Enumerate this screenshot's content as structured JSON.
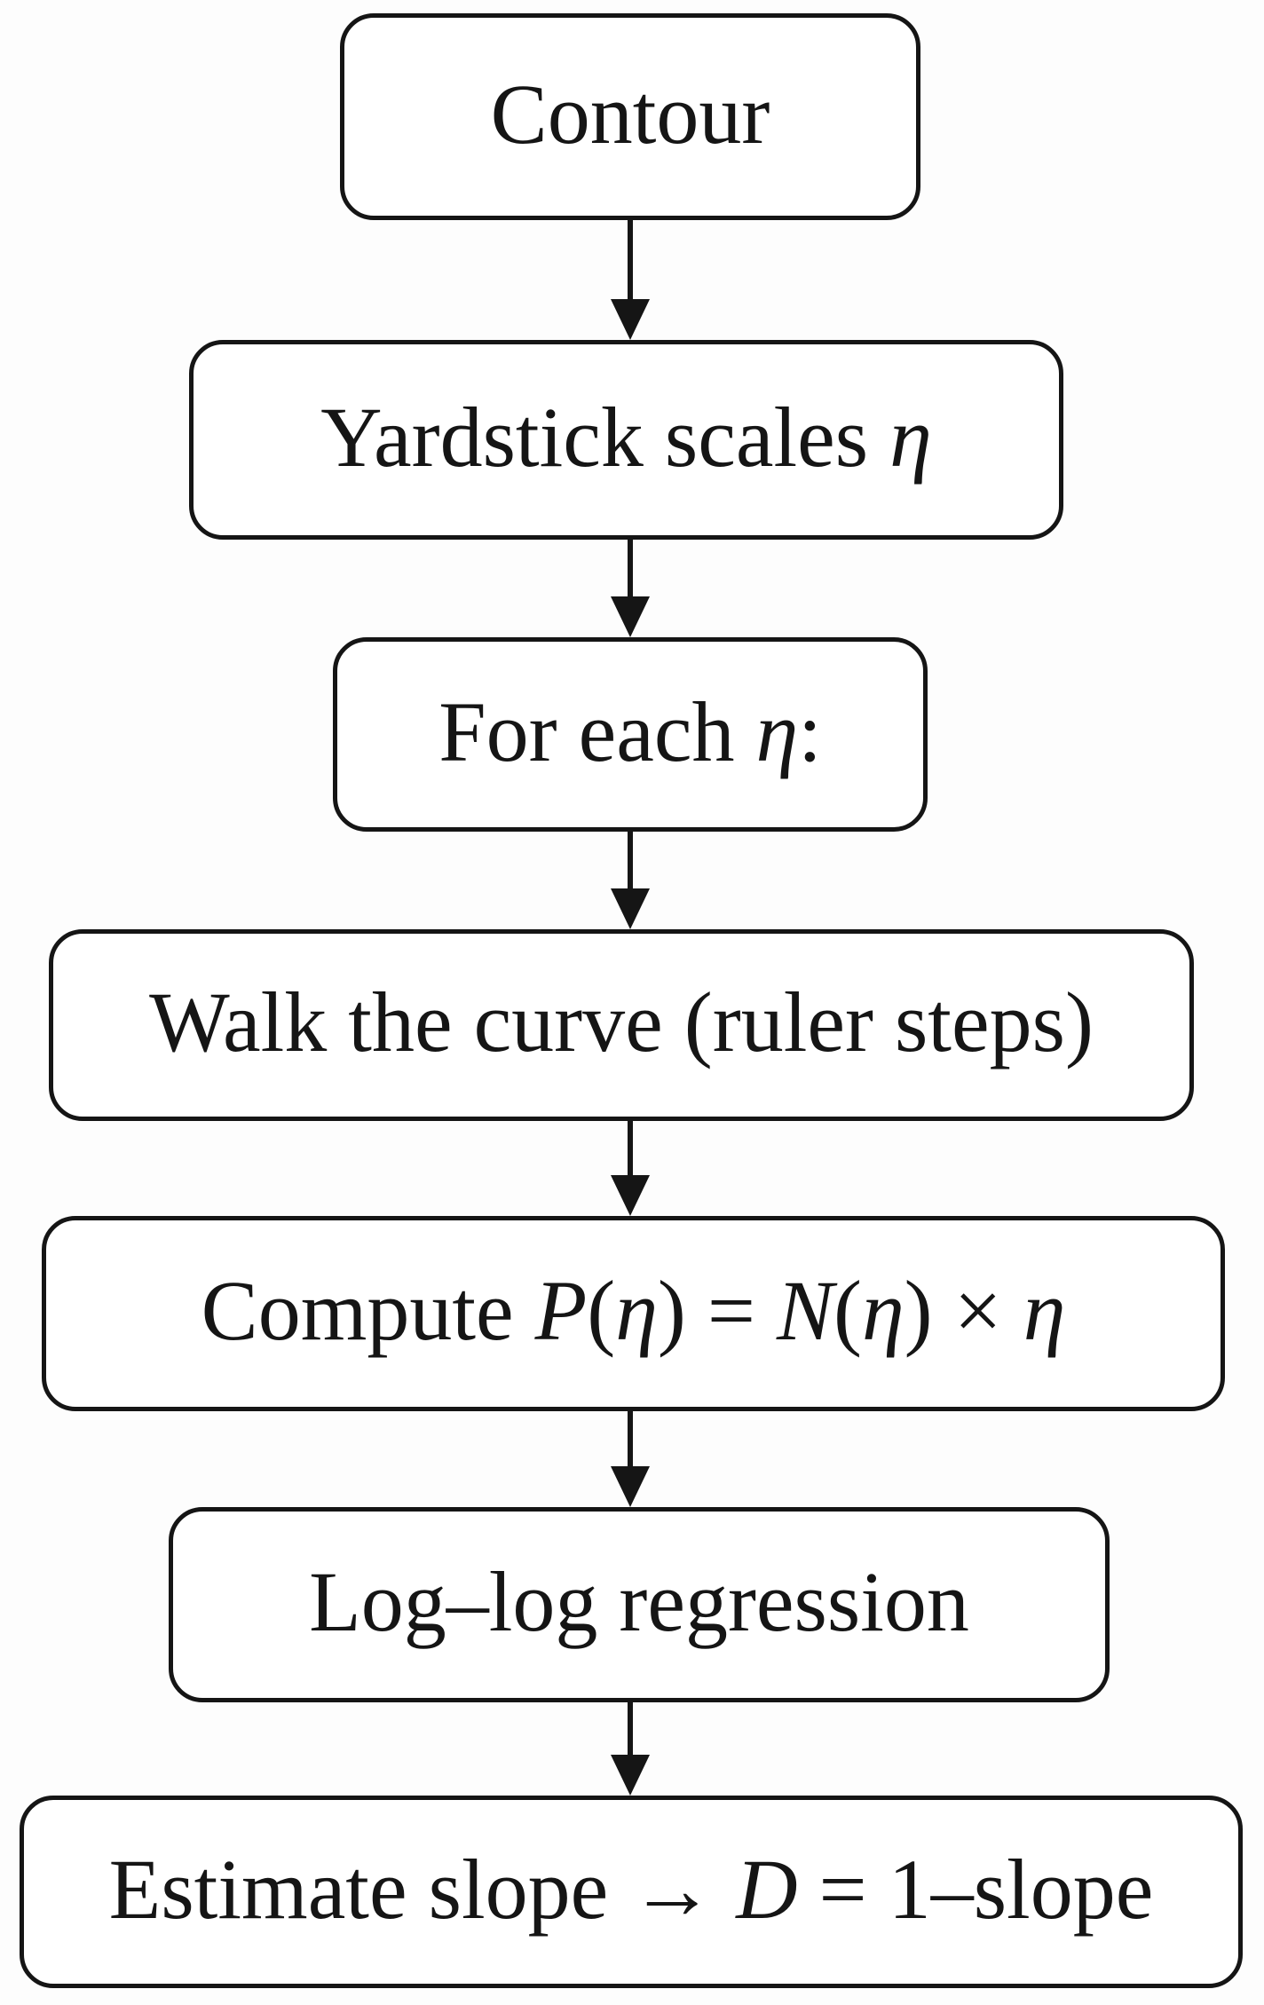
{
  "flowchart": {
    "type": "flowchart",
    "direction": "top-down",
    "colors": {
      "background": "#fdfdfd",
      "box_fill": "#ffffff",
      "box_border": "#151515",
      "text": "#151515",
      "arrow": "#151515"
    },
    "nodes": [
      {
        "id": "contour",
        "label": "Contour",
        "segments": [
          {
            "t": "Contour"
          }
        ]
      },
      {
        "id": "yardstick-scales",
        "label": "Yardstick scales η",
        "segments": [
          {
            "t": "Yardstick scales "
          },
          {
            "t": "η",
            "i": true
          }
        ]
      },
      {
        "id": "for-each-eta",
        "label": "For each η:",
        "segments": [
          {
            "t": "For each "
          },
          {
            "t": "η",
            "i": true
          },
          {
            "t": ":"
          }
        ]
      },
      {
        "id": "walk-curve",
        "label": "Walk the curve (ruler steps)",
        "segments": [
          {
            "t": "Walk the curve (ruler steps)"
          }
        ]
      },
      {
        "id": "compute-p",
        "label": "Compute P(η) = N(η) × η",
        "segments": [
          {
            "t": "Compute "
          },
          {
            "t": "P",
            "i": true
          },
          {
            "t": "("
          },
          {
            "t": "η",
            "i": true
          },
          {
            "t": ") = "
          },
          {
            "t": "N",
            "i": true
          },
          {
            "t": "("
          },
          {
            "t": "η",
            "i": true
          },
          {
            "t": ") × "
          },
          {
            "t": "η",
            "i": true
          }
        ]
      },
      {
        "id": "loglog-regression",
        "label": "Log–log regression",
        "segments": [
          {
            "t": "Log–log regression"
          }
        ]
      },
      {
        "id": "estimate-slope",
        "label": "Estimate slope → D = 1–slope",
        "segments": [
          {
            "t": "Estimate slope → "
          },
          {
            "t": "D",
            "i": true
          },
          {
            "t": " = 1–slope"
          }
        ]
      }
    ],
    "edges": [
      {
        "from": "contour",
        "to": "yardstick-scales",
        "style": "filled-arrow"
      },
      {
        "from": "yardstick-scales",
        "to": "for-each-eta",
        "style": "filled-arrow"
      },
      {
        "from": "for-each-eta",
        "to": "walk-curve",
        "style": "filled-arrow"
      },
      {
        "from": "walk-curve",
        "to": "compute-p",
        "style": "filled-arrow"
      },
      {
        "from": "compute-p",
        "to": "loglog-regression",
        "style": "filled-arrow"
      },
      {
        "from": "loglog-regression",
        "to": "estimate-slope",
        "style": "filled-arrow"
      }
    ]
  }
}
